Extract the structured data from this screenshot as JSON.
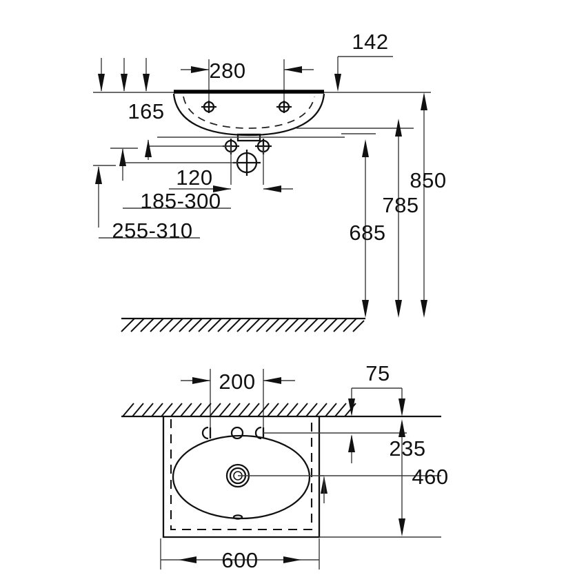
{
  "drawing": {
    "title": "Washbasin installation dimension drawing",
    "background_color": "#ffffff",
    "line_color": "#111111",
    "units": "mm",
    "views": [
      {
        "name": "side-elevation",
        "label": ""
      },
      {
        "name": "top-plan",
        "label": ""
      }
    ]
  },
  "elevation": {
    "dimensions": {
      "depth_280": "280",
      "height_165": "165",
      "offset_142": "142",
      "spacing_120": "120",
      "range_185_300": "185-300",
      "range_255_310": "255-310",
      "height_685": "685",
      "height_785": "785",
      "height_850": "850"
    },
    "features": {
      "basin_name": "basin-bowl-section",
      "counter_name": "countertop-band",
      "floor_name": "floor-hatching",
      "waste_outlet": "waste-outlet-symbol",
      "supply_left": "supply-connection-left",
      "supply_right": "supply-connection-right"
    }
  },
  "plan": {
    "dimensions": {
      "tap_spacing_200": "200",
      "edge_75": "75",
      "depth_235": "235",
      "depth_460": "460",
      "width_600": "600"
    },
    "features": {
      "wall_name": "wall-hatching",
      "outline_name": "basin-outer-outline",
      "bowl_name": "basin-oval-bowl",
      "drain_name": "drain-symbol",
      "overflow_name": "overflow-slot",
      "tap_hole_left": "tap-hole-left",
      "tap_hole_center": "tap-hole-center",
      "tap_hole_right": "tap-hole-right",
      "dashed_name": "cabinet-dashed-outline"
    }
  }
}
